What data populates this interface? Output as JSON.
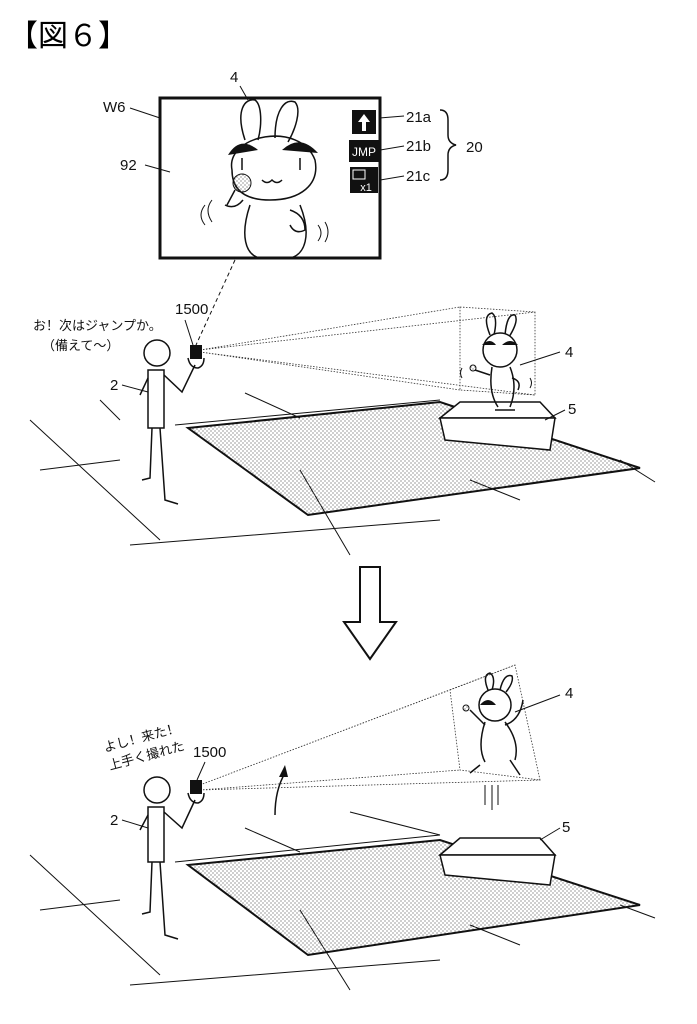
{
  "figure_title": "【図６】",
  "screen": {
    "window_label": "W6",
    "image_label": "92",
    "character_label": "4",
    "icons": [
      {
        "name": "up-arrow-icon",
        "ref": "21a"
      },
      {
        "name": "jump-icon",
        "text": "JMP",
        "ref": "21b"
      },
      {
        "name": "multiplier-icon",
        "text": "x1",
        "ref": "21c"
      }
    ],
    "group_ref": "20"
  },
  "scene_top": {
    "speech": [
      "お！次はジャンプか。",
      "（備えて〜）"
    ],
    "device_label": "1500",
    "person_label": "2",
    "character_label": "4",
    "stage_label": "5"
  },
  "scene_bottom": {
    "speech": [
      "よし！来た！",
      "上手く撮れた"
    ],
    "device_label": "1500",
    "person_label": "2",
    "character_label": "4",
    "stage_label": "5"
  }
}
